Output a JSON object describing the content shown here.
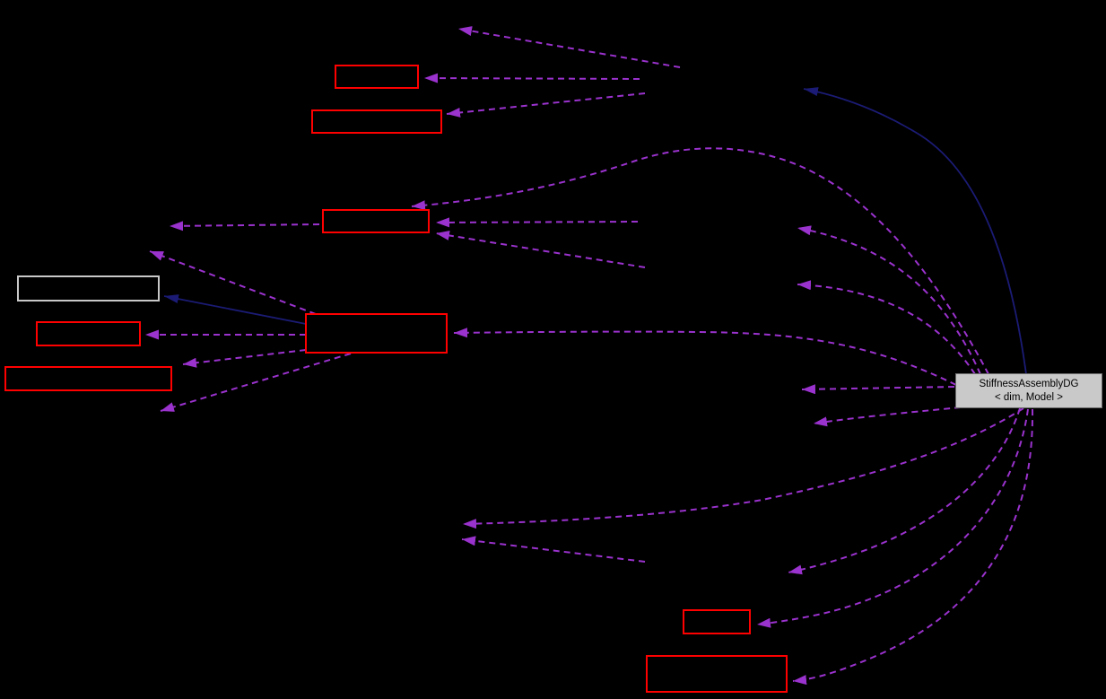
{
  "diagram": {
    "kind": "collaboration-graph",
    "main_node": {
      "label_line1": "StiffnessAssemblyDG",
      "label_line2": "< dim, Model >"
    },
    "nodes": {
      "truncated_red_box_count": 8,
      "plain_outlined_box_count": 1,
      "main_node_count": 1
    },
    "edges": {
      "dependency_style": "dashed",
      "dependency_count": 21,
      "inheritance_style": "solid",
      "inheritance_count": 2
    },
    "colors": {
      "background": "#000000",
      "dependency_edge": "#9a32cd",
      "inheritance_edge": "#1b1b75",
      "truncated_node_border": "#ff0000",
      "plain_node_border": "#c8c8c8",
      "main_node_fill": "#c9c9c9",
      "main_node_text": "#000000"
    }
  }
}
